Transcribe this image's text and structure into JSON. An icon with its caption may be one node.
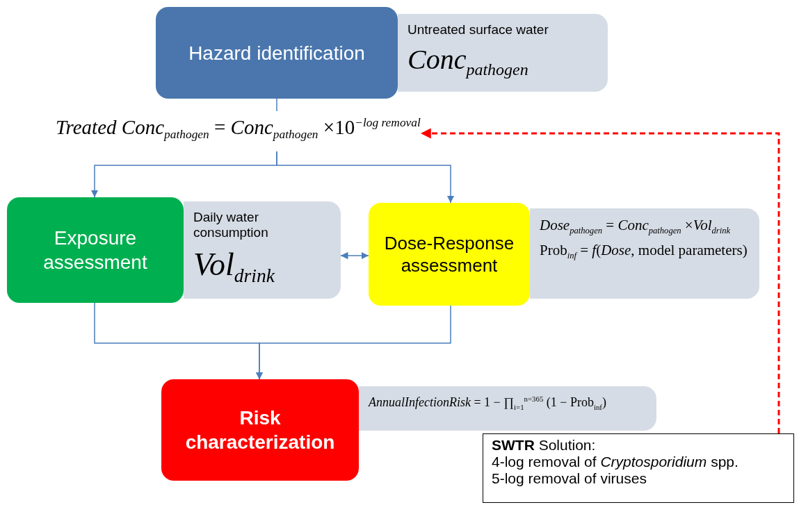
{
  "diagram": {
    "nodes": [
      {
        "text": [
          "Hazard identification"
        ]
      },
      {
        "text": [
          "Untreated surface water",
          "*Conc*$_{pathogen}$"
        ]
      },
      {
        "text": [
          "*Treated Conc*$_{pathogen}$ = *Conc*$_{pathogen}$ ×10$^{−log removal}$"
        ]
      },
      {
        "text": [
          "Exposure assessment"
        ]
      },
      {
        "text": [
          "Daily water consumption",
          "*Vol*$_{drink}$"
        ]
      },
      {
        "text": [
          "Dose-Response assessment"
        ]
      },
      {
        "text": [
          "*Dose*$_{pathogen}$ = *Conc*$_{pathogen}$ ×*Vol*$_{drink}$",
          "Prob$_{inf}$ = *f*(*Dose*, model parameters)"
        ]
      },
      {
        "text": [
          "Risk characterization"
        ]
      },
      {
        "text": [
          "*AnnualInfectionRisk* = 1 − ∏$_{i=1}$$^{n=365}$ (1 − Prob$_{inf}$)"
        ]
      },
      {
        "text": [
          "**SWTR** Solution:",
          "4-log removal of *Cryptosporidium* spp.",
          "5-log removal of viruses"
        ]
      }
    ],
    "edges": [
      {
        "from": 0,
        "to": 2,
        "arrow": "none"
      },
      {
        "from": 2,
        "to": 3,
        "arrow": "to"
      },
      {
        "from": 2,
        "to": 5,
        "arrow": "to"
      },
      {
        "from": 4,
        "to": 5,
        "arrow": "both"
      },
      {
        "from": 3,
        "to": 7,
        "arrow": "to"
      },
      {
        "from": 5,
        "to": 7,
        "arrow": "to"
      },
      {
        "from": 9,
        "to": 2,
        "arrow": "to",
        "style": "dashed",
        "color": "#ff0000"
      }
    ]
  }
}
